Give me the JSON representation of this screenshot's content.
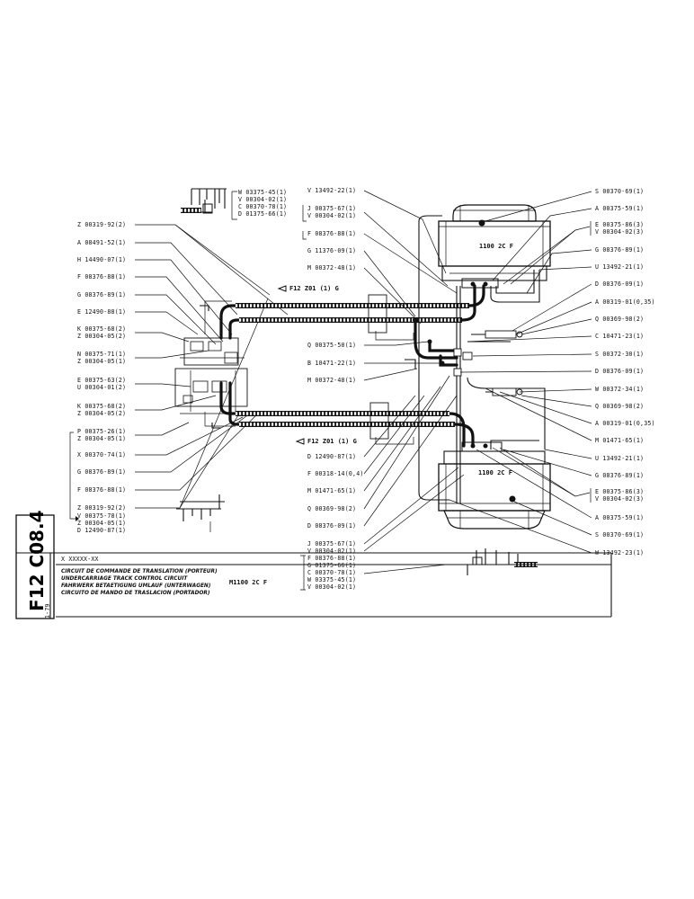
{
  "sheet": {
    "code": "F12 C08.4",
    "date": "1-79",
    "stamp": "X XXXXX-XX",
    "model": "M1100 2C F",
    "titles": [
      "CIRCUIT DE COMMANDE DE TRANSLATION (PORTEUR)",
      "UNDERCARRIAGE TRACK CONTROL CIRCUIT",
      "FAHRWERK BETAETIGUNG UMLAUF (UNTERWAGEN)",
      "CIRCUITO DE MANDO DE TRASLACION (PORTADOR)"
    ]
  },
  "motors": {
    "top": "1100 2C F",
    "bottom": "1100 2C F"
  },
  "references": {
    "upper": "F12 Z01 (1) G",
    "lower": "F12 Z01 (1) G"
  },
  "labels": {
    "inset_top": [
      "W 03375-45(1)",
      "V 00304-02(1)",
      "C 00370-78(1)",
      "D 01375-66(1)"
    ],
    "left": [
      "Z 00319-92(2)",
      "A 08491-52(1)",
      "H 14490-07(1)",
      "F 08376-88(1)",
      "G 08376-89(1)",
      "E 12490-88(1)",
      "K 00375-68(2)",
      "Z 00304-05(2)",
      "N 00375-71(1)",
      "Z 00304-05(1)",
      "E 00375-63(2)",
      "U 00304-01(2)",
      "K 00375-68(2)",
      "Z 00304-05(2)",
      "P 00375-26(1)",
      "Z 00304-05(1)",
      "X 00370-74(1)",
      "G 08376-89(1)",
      "F 08376-88(1)",
      "Z 00319-92(2)",
      "V 00375-78(1)",
      "Z 00304-05(1)",
      "D 12490-87(1)"
    ],
    "center_top": [
      "V 13492-22(1)",
      "J 00375-67(1)",
      "V 00304-02(1)",
      "F 08376-88(1)",
      "G 11376-09(1)",
      "M 00372-48(1)"
    ],
    "center_mid": [
      "Q 00375-50(1)",
      "B 10471-22(1)",
      "M 00372-48(1)"
    ],
    "center_bottom": [
      "D 12490-87(1)",
      "F 00318-14(0,4)",
      "M 01471-65(1)",
      "Q 00369-98(2)",
      "D 08376-09(1)",
      "J 00375-67(1)",
      "V 00304-02(1)"
    ],
    "inset_bottom": [
      "F 08376-88(1)",
      "G 01375-66(1)",
      "C 00370-78(1)",
      "W 03375-45(1)",
      "V 00304-02(1)"
    ],
    "right": [
      "S 00370-69(1)",
      "A 00375-59(1)",
      "E 00375-86(3)",
      "V 00304-02(3)",
      "G 08376-89(1)",
      "U 13492-21(1)",
      "D 08376-09(1)",
      "A 00319-01(0,35)",
      "Q 00369-98(2)",
      "C 10471-23(1)",
      "S 00372-30(1)",
      "D 08376-09(1)",
      "W 00372-34(1)",
      "Q 00369-98(2)",
      "A 00319-01(0,35)",
      "M 01471-65(1)",
      "U 13492-21(1)",
      "G 08376-89(1)",
      "E 00375-86(3)",
      "V 00304-02(3)",
      "A 00375-59(1)",
      "S 00370-69(1)",
      "W 13492-23(1)"
    ]
  }
}
